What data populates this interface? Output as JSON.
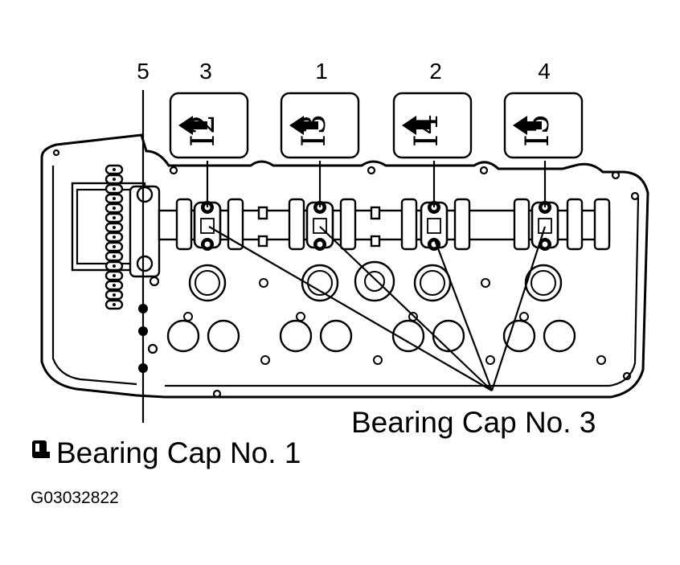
{
  "order_labels": [
    {
      "id": "cap-5",
      "text": "5"
    },
    {
      "id": "cap-3",
      "text": "3"
    },
    {
      "id": "cap-1",
      "text": "1"
    },
    {
      "id": "cap-2",
      "text": "2"
    },
    {
      "id": "cap-4",
      "text": "4"
    }
  ],
  "cap_marks": [
    "I2",
    "I3",
    "I4",
    "I5"
  ],
  "callouts": {
    "bearing_cap_3": "Bearing Cap No. 3",
    "bearing_cap_1": "Bearing Cap No. 1"
  },
  "figure_code": "G03032822",
  "colors": {
    "line": "#000000",
    "background": "#ffffff"
  },
  "icons": [
    "arrow-left-icon",
    "bearing-cap-symbol-icon"
  ]
}
